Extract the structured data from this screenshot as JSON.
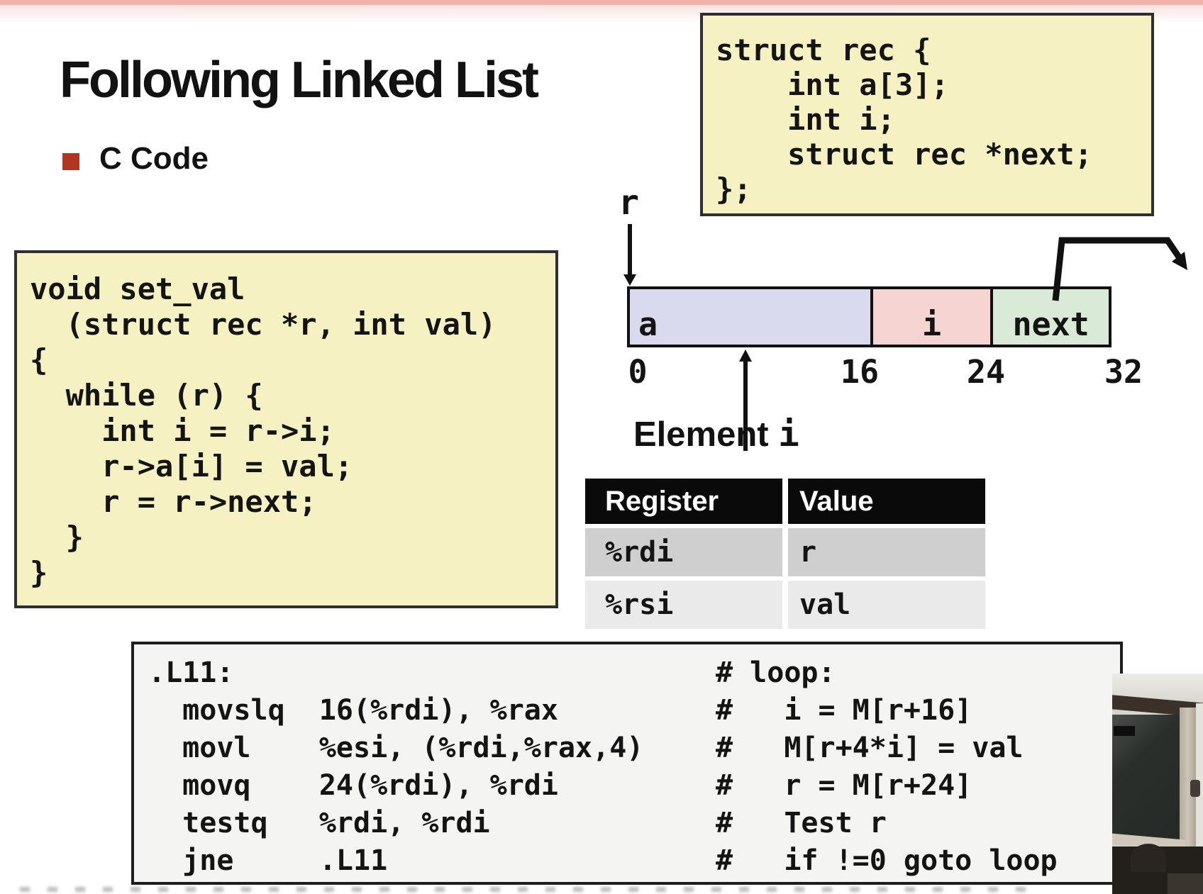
{
  "slide": {
    "title": "Following Linked List",
    "bullet_label": "C Code"
  },
  "struct_box": {
    "lines": [
      "struct rec {",
      "    int a[3];",
      "    int i;",
      "    struct rec *next;",
      "};"
    ]
  },
  "c_code_box": {
    "lines": [
      "void set_val",
      "  (struct rec *r, int val)",
      "{",
      "  while (r) {",
      "    int i = r->i;",
      "    r->a[i] = val;",
      "    r = r->next;",
      "  }",
      "}"
    ]
  },
  "memory_diagram": {
    "pointer_label": "r",
    "fields": [
      {
        "label": "a"
      },
      {
        "label": "i"
      },
      {
        "label": "next"
      }
    ],
    "offsets": [
      "0",
      "16",
      "24",
      "32"
    ],
    "caption_text": "Element",
    "caption_var": "i"
  },
  "register_table": {
    "headers": [
      "Register",
      "Value"
    ],
    "rows": [
      [
        "%rdi",
        "r"
      ],
      [
        "%rsi",
        "val"
      ]
    ]
  },
  "assembly_box": {
    "lines": [
      {
        "code": ".L11:",
        "comment": "# loop:"
      },
      {
        "code": "  movslq  16(%rdi), %rax",
        "comment": "#   i = M[r+16]"
      },
      {
        "code": "  movl    %esi, (%rdi,%rax,4)",
        "comment": "#   M[r+4*i] = val"
      },
      {
        "code": "  movq    24(%rdi), %rdi",
        "comment": "#   r = M[r+24]"
      },
      {
        "code": "  testq   %rdi, %rdi",
        "comment": "#   Test r"
      },
      {
        "code": "  jne     .L11",
        "comment": "#   if !=0 goto loop"
      }
    ]
  },
  "colors": {
    "top_bar": "#f1b0a9",
    "bullet_red": "#b23522",
    "code_box_yellow": "#f6f1c3",
    "field_a": "#d9daee",
    "field_i": "#f6d4d2",
    "field_next": "#d9ead6",
    "table_header_bg": "#0a0a0a",
    "table_row1_bg": "#cfcfcf",
    "table_row2_bg": "#eaeaea",
    "assembly_bg": "#f4f4f3"
  }
}
